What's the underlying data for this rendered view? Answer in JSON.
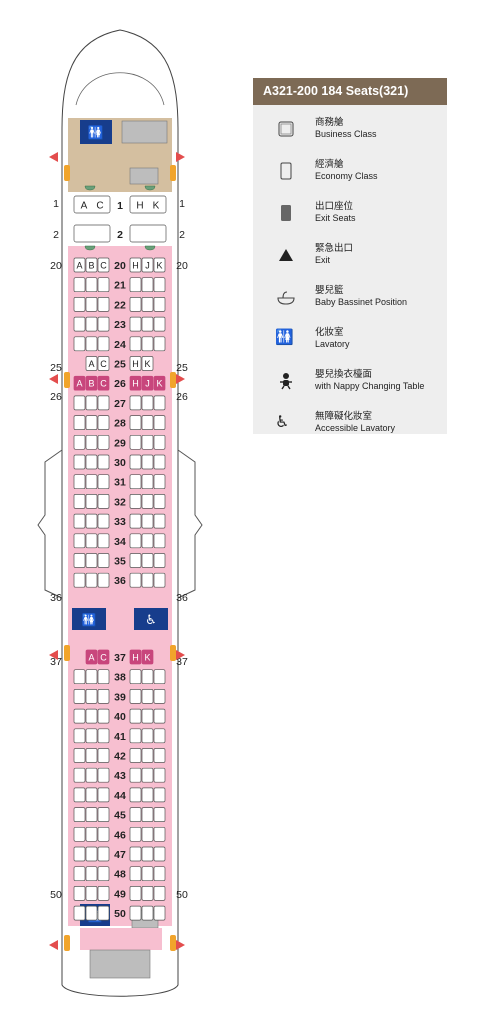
{
  "legend": {
    "title": "A321-200 184 Seats(321)",
    "items": [
      {
        "zh": "商務艙",
        "en": "Business Class",
        "icon": "business-seat-icon"
      },
      {
        "zh": "經濟艙",
        "en": "Economy Class",
        "icon": "economy-seat-icon"
      },
      {
        "zh": "出口座位",
        "en": "Exit Seats",
        "icon": "exit-seat-icon"
      },
      {
        "zh": "緊急出口",
        "en": "Exit",
        "icon": "exit-triangle-icon"
      },
      {
        "zh": "嬰兒籃",
        "en": "Baby Bassinet Position",
        "icon": "bassinet-icon"
      },
      {
        "zh": "化妝室",
        "en": "Lavatory",
        "icon": "lavatory-icon"
      },
      {
        "zh": "嬰兒換衣檯面",
        "en": "with Nappy Changing Table",
        "icon": "baby-changing-icon"
      },
      {
        "zh": "無障礙化妝室",
        "en": "Accessible Lavatory",
        "icon": "accessible-lavatory-icon"
      }
    ]
  },
  "colors": {
    "cabin": "#f7bfd0",
    "galley": "#d4bfa0",
    "exit_seat": "#c8467c",
    "lavatory": "#173d8c",
    "exit_arrow": "#e34d4d",
    "door": "#f1a42b",
    "legend_header": "#7d6a55"
  },
  "seat_map": {
    "business_rows": [
      1,
      2
    ],
    "economy_rows": [
      20,
      21,
      22,
      23,
      24,
      25,
      26,
      27,
      28,
      29,
      30,
      31,
      32,
      33,
      34,
      35,
      36,
      37,
      38,
      39,
      40,
      41,
      42,
      43,
      44,
      45,
      46,
      47,
      48,
      49,
      50
    ],
    "exit_rows": [
      25,
      26,
      37
    ],
    "side_row_labels": [
      "1",
      "2",
      "20",
      "25",
      "26",
      "36",
      "37",
      "50"
    ],
    "seat_letters": {
      "business_left": [
        "A",
        "C"
      ],
      "business_right": [
        "H",
        "K"
      ],
      "economy_left": [
        "A",
        "B",
        "C"
      ],
      "economy_right": [
        "H",
        "J",
        "K"
      ],
      "row25_left": [
        "A",
        "C"
      ],
      "row25_right": [
        "H",
        "K"
      ],
      "row37_left": [
        "A",
        "C"
      ],
      "row37_right": [
        "H",
        "K"
      ]
    }
  }
}
